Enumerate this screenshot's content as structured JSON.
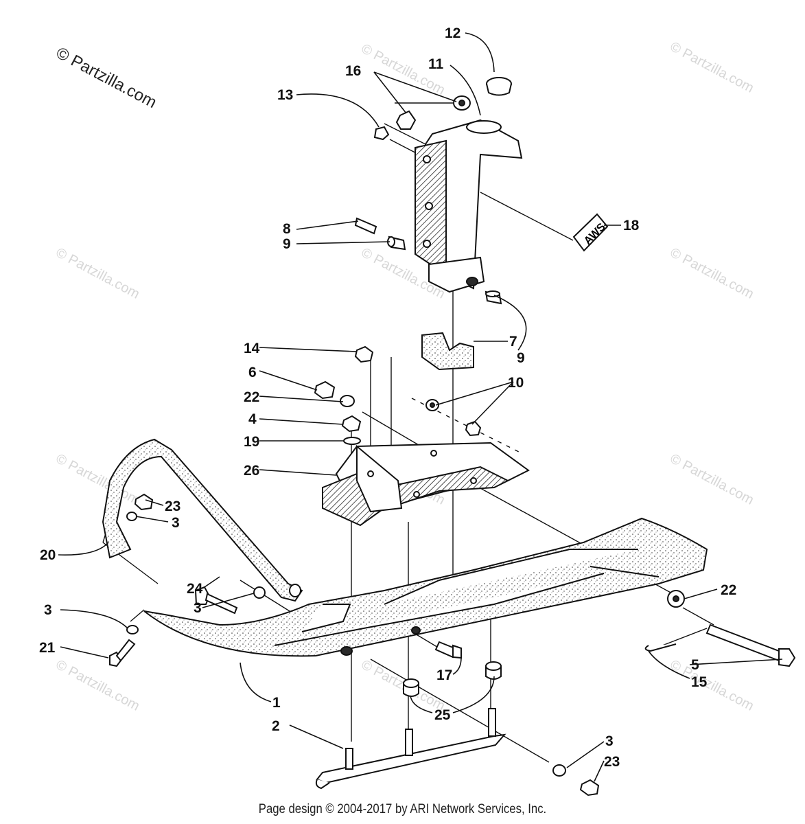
{
  "watermark": {
    "main_text": "© Partzilla.com",
    "repeat_text": "© Partzilla.com"
  },
  "decal_text": "AWS",
  "callouts": [
    {
      "id": "c1",
      "text": "1"
    },
    {
      "id": "c2",
      "text": "2"
    },
    {
      "id": "c3a",
      "text": "3"
    },
    {
      "id": "c3b",
      "text": "3"
    },
    {
      "id": "c3c",
      "text": "3"
    },
    {
      "id": "c3d",
      "text": "3"
    },
    {
      "id": "c4",
      "text": "4"
    },
    {
      "id": "c5",
      "text": "5"
    },
    {
      "id": "c6",
      "text": "6"
    },
    {
      "id": "c7",
      "text": "7"
    },
    {
      "id": "c8",
      "text": "8"
    },
    {
      "id": "c9a",
      "text": "9"
    },
    {
      "id": "c9b",
      "text": "9"
    },
    {
      "id": "c10",
      "text": "10"
    },
    {
      "id": "c11",
      "text": "11"
    },
    {
      "id": "c12",
      "text": "12"
    },
    {
      "id": "c13",
      "text": "13"
    },
    {
      "id": "c14",
      "text": "14"
    },
    {
      "id": "c15",
      "text": "15"
    },
    {
      "id": "c16",
      "text": "16"
    },
    {
      "id": "c17",
      "text": "17"
    },
    {
      "id": "c18",
      "text": "18"
    },
    {
      "id": "c19",
      "text": "19"
    },
    {
      "id": "c20",
      "text": "20"
    },
    {
      "id": "c21",
      "text": "21"
    },
    {
      "id": "c22a",
      "text": "22"
    },
    {
      "id": "c22b",
      "text": "22"
    },
    {
      "id": "c23a",
      "text": "23"
    },
    {
      "id": "c23b",
      "text": "23"
    },
    {
      "id": "c24",
      "text": "24"
    },
    {
      "id": "c25",
      "text": "25"
    },
    {
      "id": "c26",
      "text": "26"
    }
  ],
  "footer": "Page design © 2004-2017 by ARI Network Services, Inc."
}
